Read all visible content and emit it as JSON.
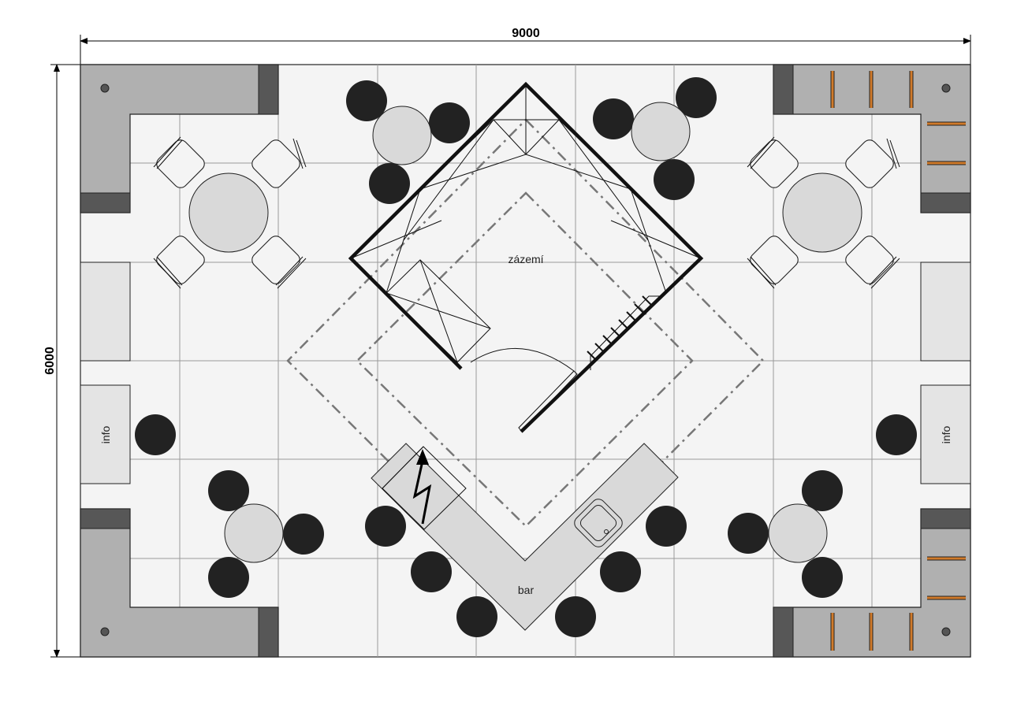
{
  "dimensions": {
    "width_label": "9000",
    "height_label": "6000"
  },
  "rooms": {
    "storage_label": "zázemí",
    "bar_label": "bar"
  },
  "info_points": [
    {
      "label": "info"
    },
    {
      "label": "info"
    }
  ],
  "colors": {
    "counter": "#b0b0b0",
    "counter_dark": "#575757",
    "floor": "#f4f4f4",
    "table": "#d9d9d9",
    "chair": "#222222",
    "accent": "#d07a2a"
  }
}
